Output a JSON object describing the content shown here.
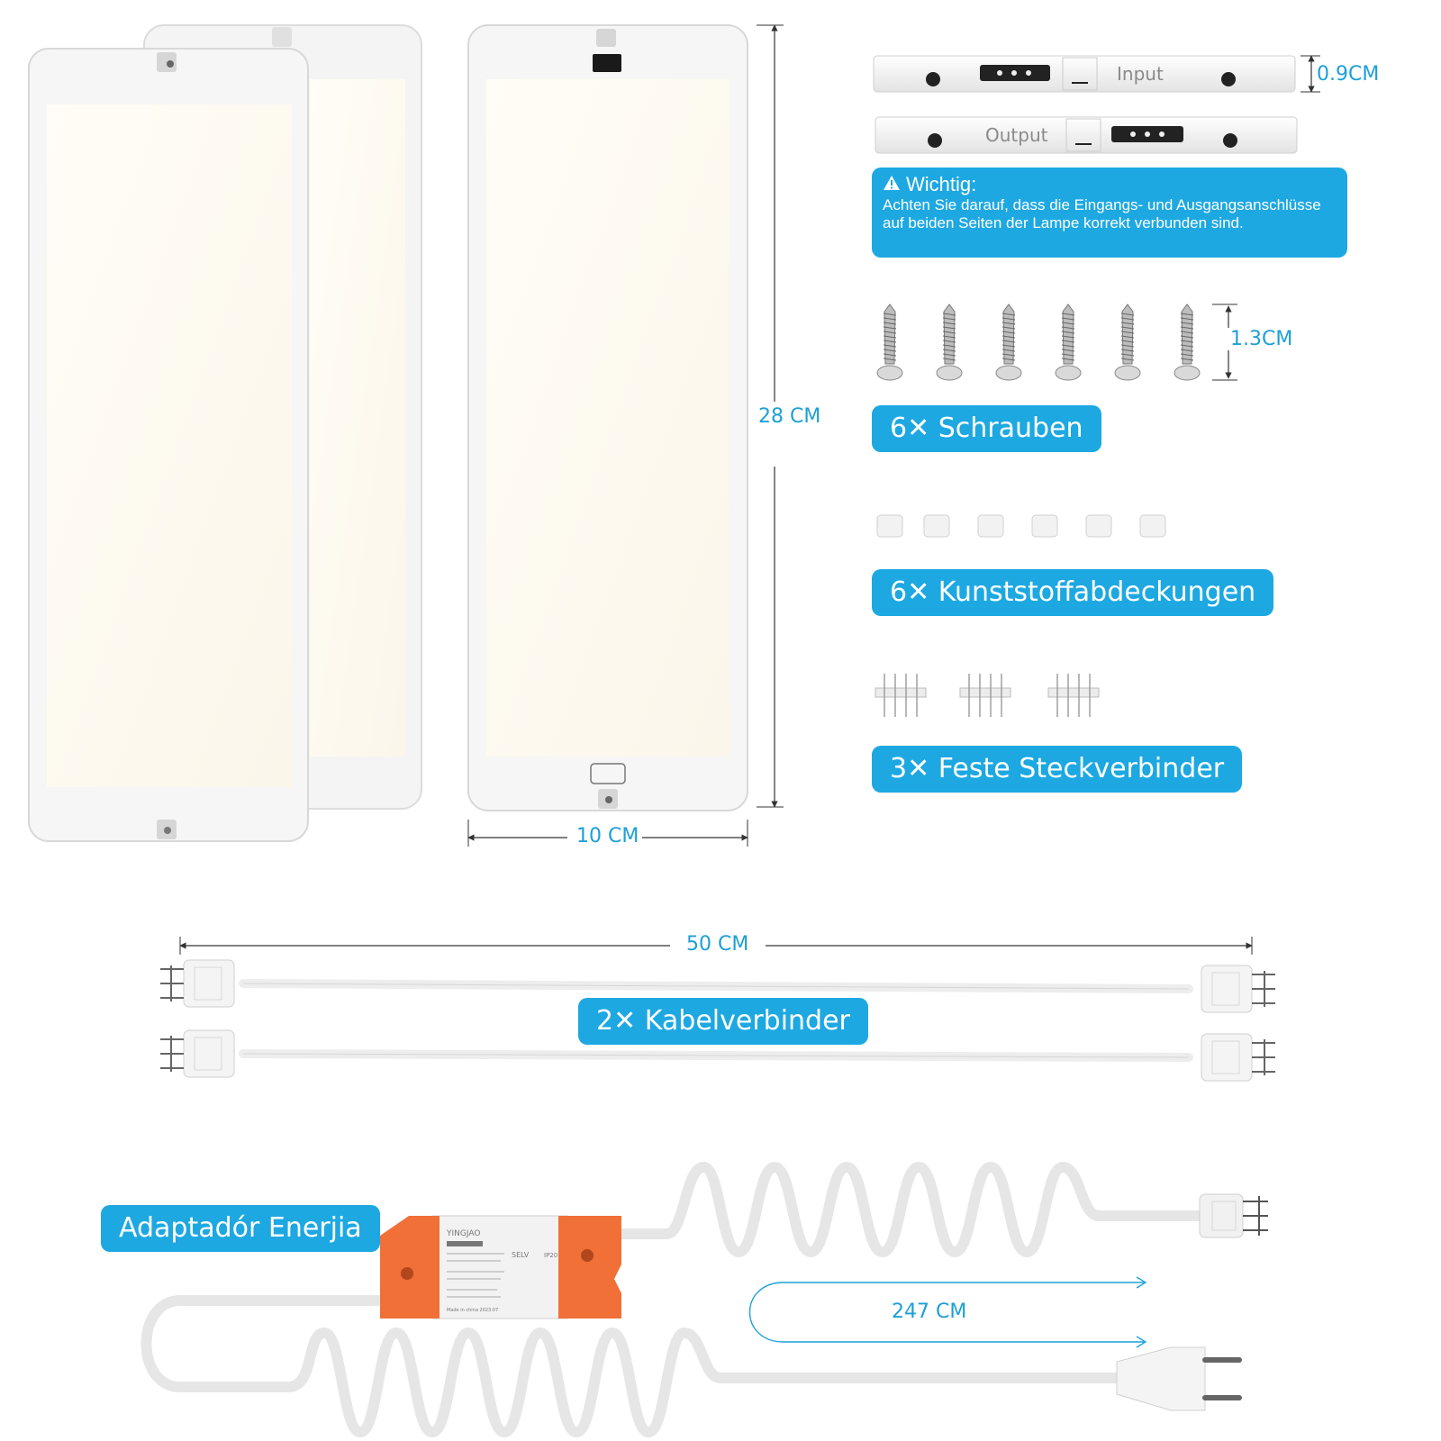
{
  "dimensions": {
    "height": "28 CM",
    "width": "10 CM",
    "connector_thickness": "0.9CM",
    "screw_length": "1.3CM",
    "cable_length": "50 CM",
    "power_cable_length": "247 CM"
  },
  "ports": {
    "input": "Input",
    "output": "Output"
  },
  "warning": {
    "title": "Wichtig:",
    "body": "Achten Sie darauf, dass die Eingangs- und Ausgangsanschlüsse auf beiden Seiten der Lampe korrekt verbunden sind.",
    "icon": "warning-triangle-icon"
  },
  "items": {
    "screws": "6✕ Schrauben",
    "covers": "6✕ Kunststoffabdeckungen",
    "connectors": "3✕ Feste Steckverbinder",
    "cables": "2✕ Kabelverbinder",
    "adapter": "Adaptadór Enerjia"
  },
  "adapter_label": {
    "brand": "YINGJAO",
    "selv": "SELV",
    "ip": "IP20",
    "made_in": "Made in china 2023.07"
  },
  "colors": {
    "accent": "#1da8e2",
    "dimension_text": "#1d9fd8",
    "adapter_orange": "#f07038"
  }
}
